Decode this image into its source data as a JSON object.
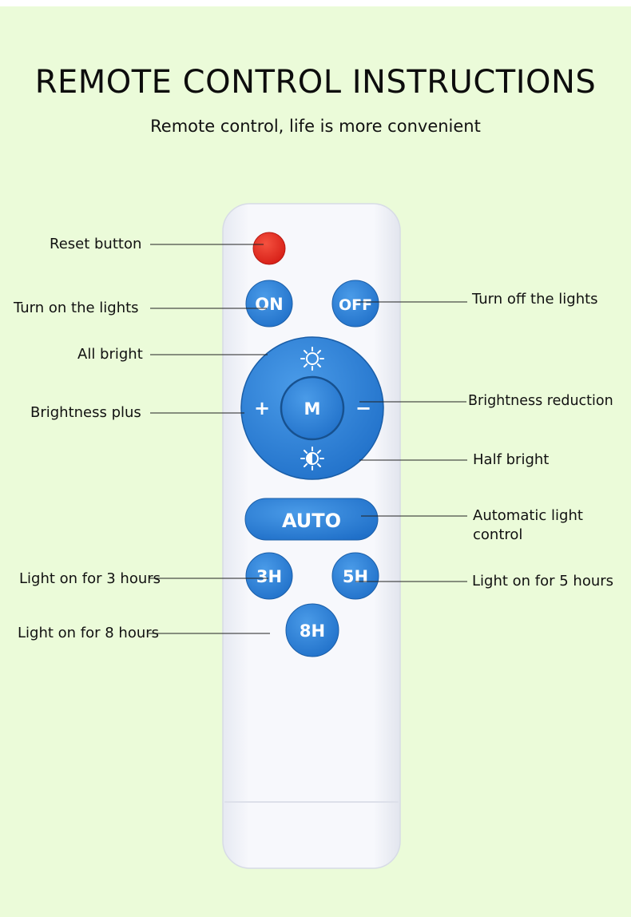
{
  "header": {
    "title": "REMOTE CONTROL INSTRUCTIONS",
    "subtitle": "Remote control, life is more convenient"
  },
  "buttons": {
    "on": "ON",
    "off": "OFF",
    "mode": "M",
    "plus": "+",
    "minus": "−",
    "auto": "AUTO",
    "h3": "3H",
    "h5": "5H",
    "h8": "8H"
  },
  "labels": {
    "reset": "Reset button",
    "turn_on": "Turn on the lights",
    "turn_off": "Turn off the lights",
    "all_bright": "All bright",
    "brightness_plus": "Brightness plus",
    "brightness_reduction": "Brightness reduction",
    "half_bright": "Half bright",
    "auto_line1": "Automatic light",
    "auto_line2": "control",
    "h3": "Light on for 3 hours",
    "h5": "Light on for 5 hours",
    "h8": "Light on for 8 hours"
  },
  "colors": {
    "background": "#ebfbd9",
    "remote_body": "#f2f4fa",
    "button_blue": "#2f7fd6",
    "reset_red": "#e52a20"
  },
  "icons": [
    "sun-icon-top",
    "sun-icon-bottom"
  ]
}
